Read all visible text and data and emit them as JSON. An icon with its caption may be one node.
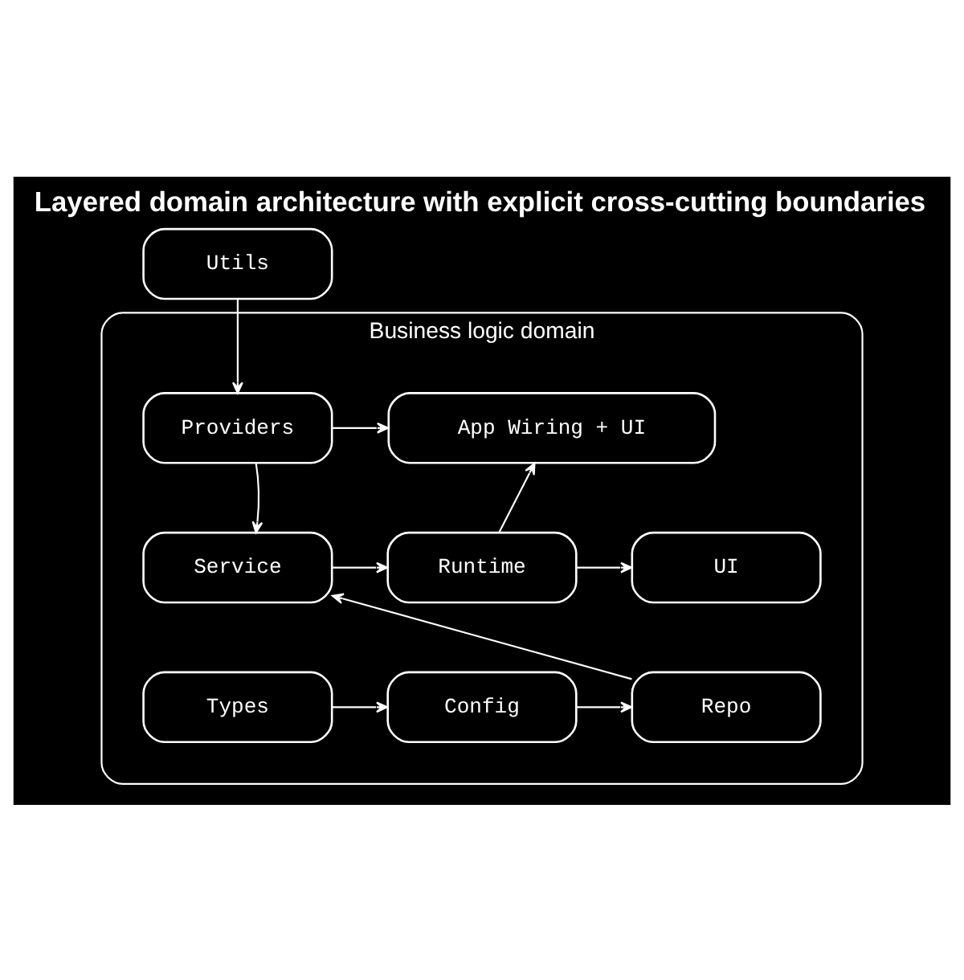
{
  "diagram": {
    "title": "Layered domain architecture with explicit cross-cutting boundaries",
    "nodes": [
      {
        "text": [
          "Utils"
        ]
      },
      {
        "text": [
          "Business logic domain"
        ]
      },
      {
        "text": [
          "Providers"
        ],
        "in": 1
      },
      {
        "text": [
          "App Wiring + UI"
        ],
        "in": 1
      },
      {
        "text": [
          "Service"
        ],
        "in": 1
      },
      {
        "text": [
          "Runtime"
        ],
        "in": 1
      },
      {
        "text": [
          "UI"
        ],
        "in": 1
      },
      {
        "text": [
          "Types"
        ],
        "in": 1
      },
      {
        "text": [
          "Config"
        ],
        "in": 1
      },
      {
        "text": [
          "Repo"
        ],
        "in": 1
      }
    ],
    "edges": [
      {
        "from": 0,
        "to": 2,
        "arrow": "to"
      },
      {
        "from": 2,
        "to": 3,
        "arrow": "to"
      },
      {
        "from": 2,
        "to": 4,
        "arrow": "to"
      },
      {
        "from": 4,
        "to": 5,
        "arrow": "to"
      },
      {
        "from": 5,
        "to": 3,
        "arrow": "to"
      },
      {
        "from": 5,
        "to": 6,
        "arrow": "to"
      },
      {
        "from": 9,
        "to": 4,
        "arrow": "to"
      },
      {
        "from": 7,
        "to": 8,
        "arrow": "to"
      },
      {
        "from": 8,
        "to": 9,
        "arrow": "to"
      }
    ]
  }
}
